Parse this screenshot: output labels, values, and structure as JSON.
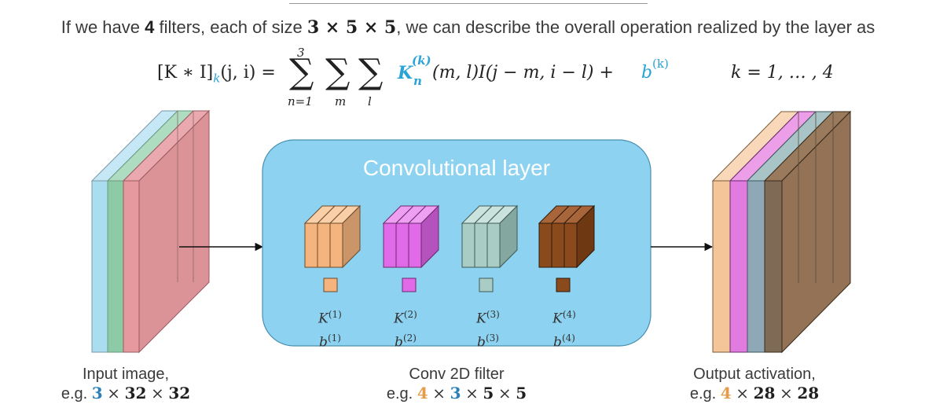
{
  "header": {
    "intro_prefix": "If we have",
    "num_filters": "4",
    "intro_mid": "filters, each of size",
    "filter_size": "3 × 5 × 5",
    "intro_suffix": ", we can describe the overall operation realized by the layer as"
  },
  "formula": {
    "lhs": "[K ∗ I]",
    "lhs_sub": "k",
    "lhs_args": "(j, i) =",
    "sum1_top": "3",
    "sum1_bottom": "n=1",
    "sum2_bottom": "m",
    "sum3_bottom": "l",
    "kernel": "K",
    "kernel_sup": "(k)",
    "kernel_sub": "n",
    "body": "(m, l)I(j − m, i − l) +",
    "bias": "b",
    "bias_sup": "(k)",
    "range": "k = 1, … , 4"
  },
  "conv_layer": {
    "title": "Convolutional layer",
    "filters": [
      {
        "k": "K",
        "k_sup": "(1)",
        "b": "b",
        "b_sup": "(1)",
        "color": "#f5b47d"
      },
      {
        "k": "K",
        "k_sup": "(2)",
        "b": "b",
        "b_sup": "(2)",
        "color": "#e06ae8"
      },
      {
        "k": "K",
        "k_sup": "(3)",
        "b": "b",
        "b_sup": "(3)",
        "color": "#a9cdc5"
      },
      {
        "k": "K",
        "k_sup": "(4)",
        "b": "b",
        "b_sup": "(4)",
        "color": "#8b4a1c"
      }
    ],
    "box_color": "#8dd3f1"
  },
  "captions": {
    "input": {
      "line1": "Input image,",
      "prefix": "e.g.",
      "d1": "3",
      "d2": "32",
      "d3": "32"
    },
    "filter": {
      "line1": "Conv 2D filter",
      "prefix": "e.g.",
      "d1": "4",
      "d2": "3",
      "d3": "5",
      "d4": "5"
    },
    "output": {
      "line1": "Output activation,",
      "prefix": "e.g.",
      "d1": "4",
      "d2": "28",
      "d3": "28"
    }
  },
  "colors": {
    "input_layers": [
      "#a9ddef",
      "#8ccba6",
      "#d98a8f"
    ],
    "output_layers": [
      "#f5c59a",
      "#e27be0",
      "#8fa8b8",
      "#7f6a55",
      "#8d6a4c"
    ]
  }
}
